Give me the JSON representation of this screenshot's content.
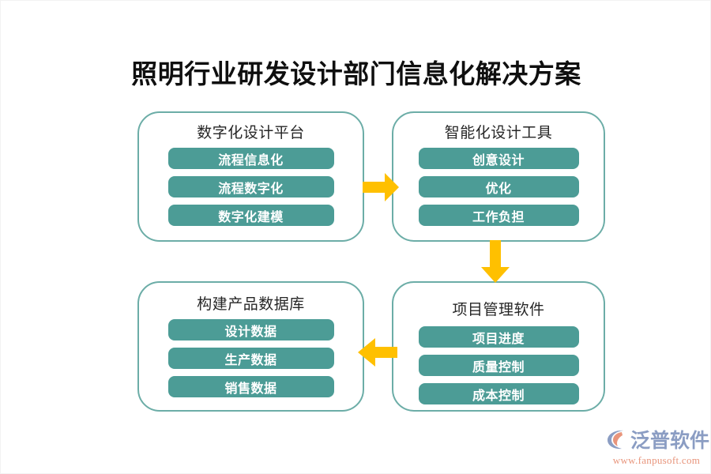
{
  "title": "照明行业研发设计部门信息化解决方案",
  "colors": {
    "box_border": "#6cada7",
    "pill_fill": "#4c9c96",
    "pill_text": "#ffffff",
    "arrow": "#ffc000",
    "title_text": "#0f0f0f",
    "node_title_text": "#262626",
    "brand_text": "#8b9dc3",
    "brand_url_text": "#e8957c",
    "background": "#ffffff"
  },
  "nodes": [
    {
      "id": "digital-platform",
      "title": "数字化设计平台",
      "items": [
        "流程信息化",
        "流程数字化",
        "数字化建模"
      ]
    },
    {
      "id": "smart-tools",
      "title": "智能化设计工具",
      "items": [
        "创意设计",
        "优化",
        "工作负担"
      ]
    },
    {
      "id": "product-db",
      "title": "构建产品数据库",
      "items": [
        "设计数据",
        "生产数据",
        "销售数据"
      ]
    },
    {
      "id": "project-mgmt",
      "title": "项目管理软件",
      "items": [
        "项目进度",
        "质量控制",
        "成本控制"
      ]
    }
  ],
  "arrows": [
    {
      "id": "arrow-right-top",
      "direction": "right",
      "from": "digital-platform",
      "to": "smart-tools"
    },
    {
      "id": "arrow-down-right",
      "direction": "down",
      "from": "smart-tools",
      "to": "project-mgmt"
    },
    {
      "id": "arrow-left-bottom",
      "direction": "left",
      "from": "project-mgmt",
      "to": "product-db"
    }
  ],
  "brand": {
    "name": "泛普软件",
    "url": "www.fanpusoft.com",
    "mark": "fanpu-logo-icon"
  }
}
